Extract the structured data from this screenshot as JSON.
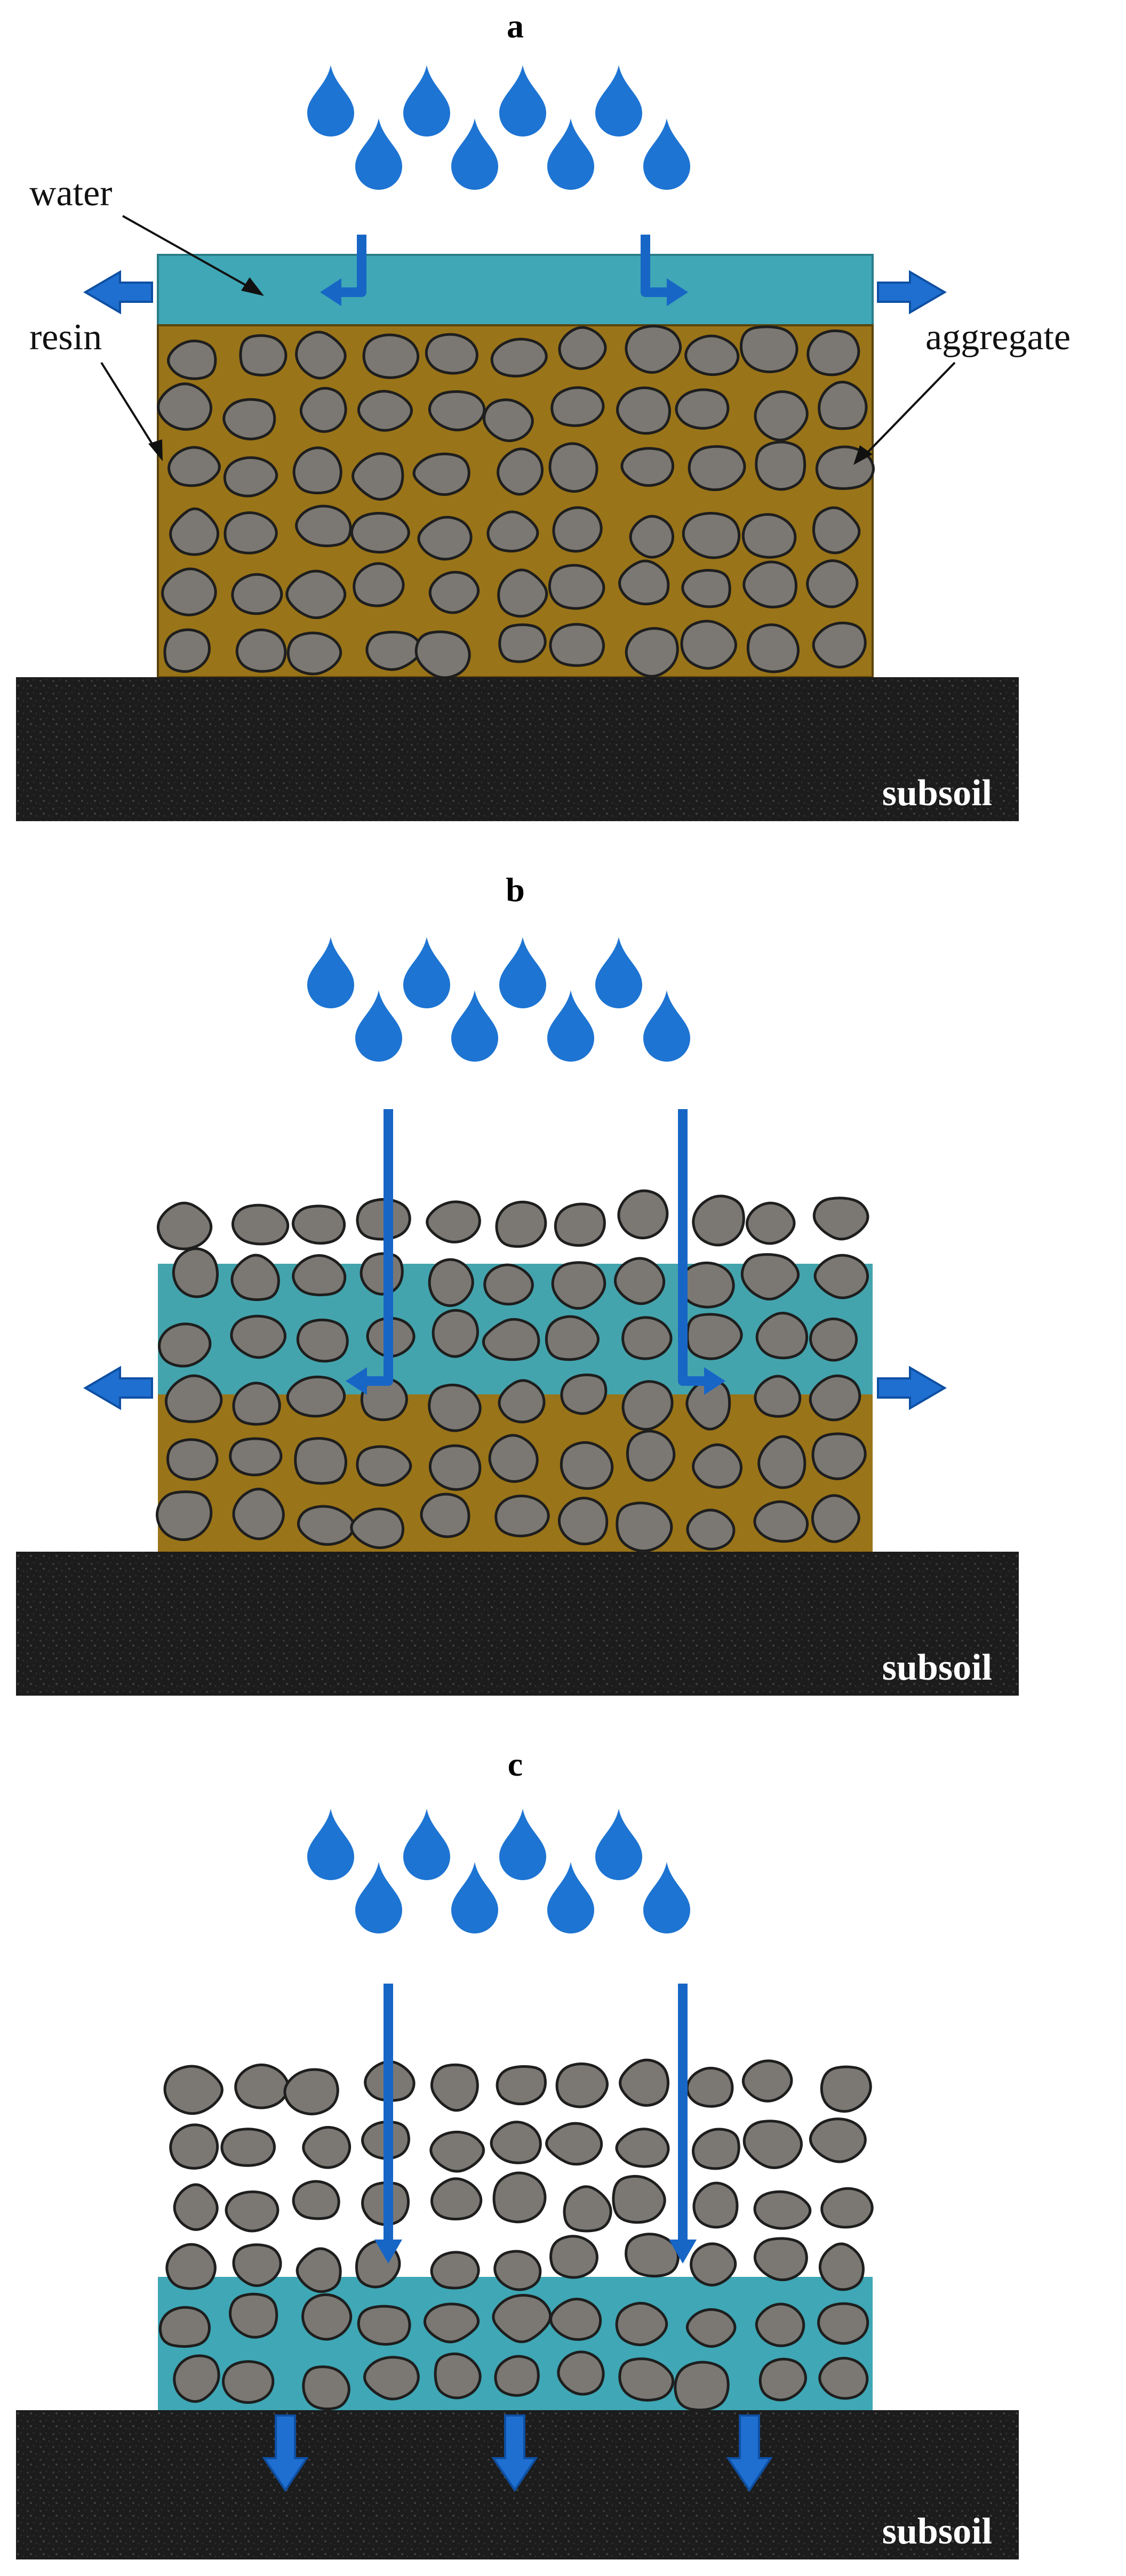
{
  "panels": [
    {
      "label": "a",
      "subsoil_label": "subsoil"
    },
    {
      "label": "b",
      "subsoil_label": "subsoil"
    },
    {
      "label": "c",
      "subsoil_label": "subsoil"
    }
  ],
  "annotations": {
    "water": "water",
    "resin": "resin",
    "aggregate": "aggregate"
  },
  "colors": {
    "water": "#3fa7b5",
    "resin": "#9a7418",
    "aggregate": "#7b7873",
    "subsoil": "#1c1c1c",
    "droplets": "#1d74d2",
    "flow_arrows": "#1766c6"
  }
}
